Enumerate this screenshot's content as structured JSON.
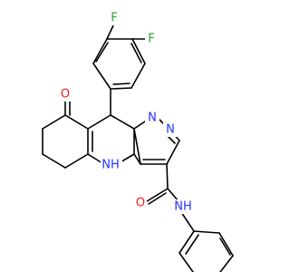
{
  "colors": {
    "bond": "#000000",
    "carbon": "#000000",
    "nitrogen": "#2233ff",
    "oxygen": "#ff1a1a",
    "fluorine": "#2aa52a",
    "background": "#ffffff"
  },
  "atom_labels": {
    "f_top": "F",
    "f_right": "F",
    "o_ketone": "O",
    "n_pyr1": "N",
    "n_pyr2": "N",
    "nh_ring": "NH",
    "nh_amide": "NH",
    "o_amide": "O"
  }
}
